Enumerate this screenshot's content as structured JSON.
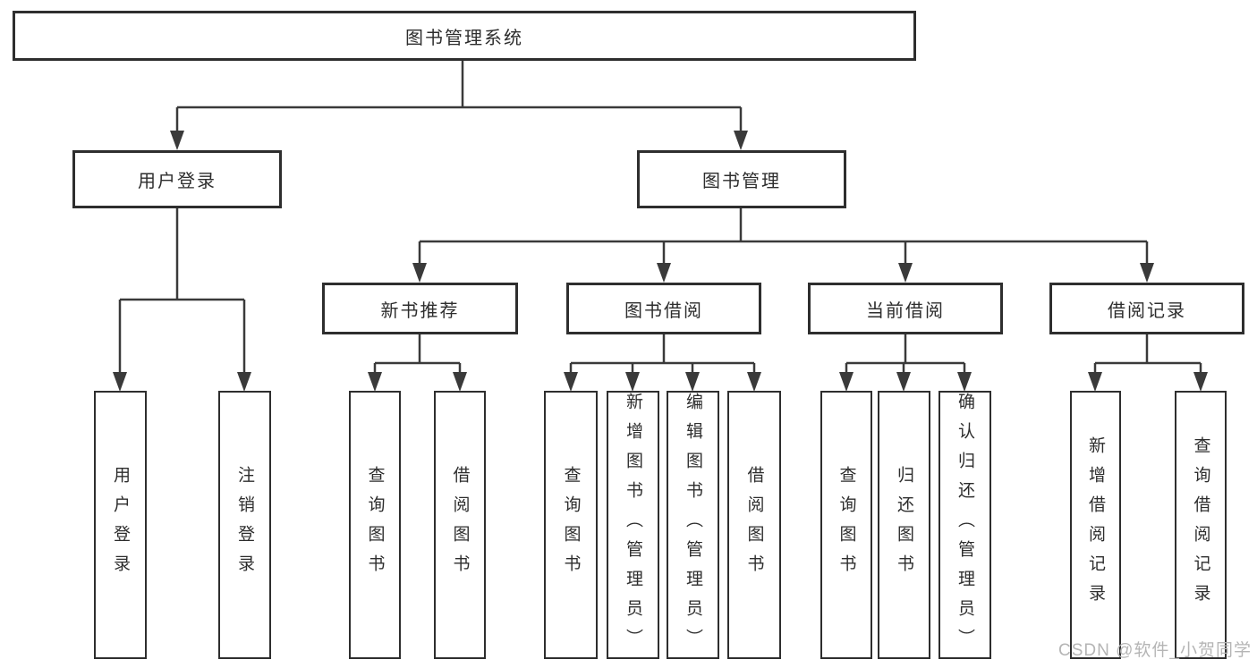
{
  "diagram": {
    "root": {
      "label": "图书管理系统"
    },
    "children": [
      {
        "label": "用户登录",
        "children": [
          {
            "label": "用户登录"
          },
          {
            "label": "注销登录"
          }
        ]
      },
      {
        "label": "图书管理",
        "children": [
          {
            "label": "新书推荐",
            "children": [
              {
                "label": "查询图书"
              },
              {
                "label": "借阅图书"
              }
            ]
          },
          {
            "label": "图书借阅",
            "children": [
              {
                "label": "查询图书"
              },
              {
                "label": "新增图书（管理员）"
              },
              {
                "label": "编辑图书（管理员）"
              },
              {
                "label": "借阅图书"
              }
            ]
          },
          {
            "label": "当前借阅",
            "children": [
              {
                "label": "查询图书"
              },
              {
                "label": "归还图书"
              },
              {
                "label": "确认归还（管理员）"
              }
            ]
          },
          {
            "label": "借阅记录",
            "children": [
              {
                "label": "新增借阅记录"
              },
              {
                "label": "查询借阅记录"
              }
            ]
          }
        ]
      }
    ]
  },
  "watermark": {
    "text": "CSDN @软件_小贺同学"
  },
  "colors": {
    "line": "#3a3a3a",
    "box_border": "#2e2e2e",
    "text": "#2d2d2d",
    "watermark": "#b5b5b5",
    "background": "#ffffff"
  }
}
